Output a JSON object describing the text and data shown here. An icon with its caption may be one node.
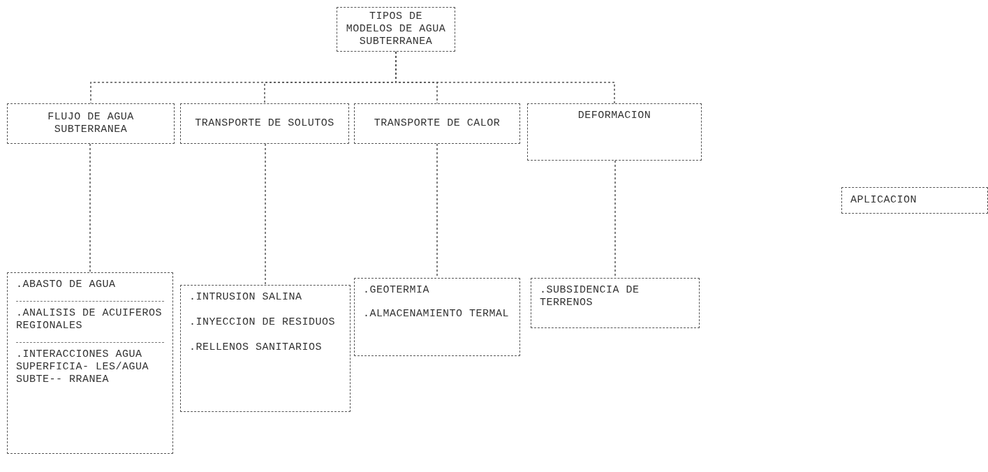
{
  "diagram": {
    "nodes": [
      {
        "text": [
          "TIPOS DE MODELOS DE AGUA SUBTERRANEA"
        ]
      },
      {
        "text": [
          "FLUJO DE AGUA SUBTERRANEA"
        ]
      },
      {
        "text": [
          "TRANSPORTE DE SOLUTOS"
        ]
      },
      {
        "text": [
          "TRANSPORTE DE CALOR"
        ]
      },
      {
        "text": [
          "DEFORMACION"
        ]
      },
      {
        "text": [
          "APLICACION"
        ]
      },
      {
        "text": [
          ".ABASTO DE AGUA",
          ".ANALISIS DE ACUIFEROS REGIONALES",
          ".INTERACCIONES AGUA SUPERFICIA- LES/AGUA SUBTE-- RRANEA"
        ]
      },
      {
        "text": [
          ".INTRUSION SALINA",
          ".INYECCION DE RESIDUOS",
          ".RELLENOS SANITARIOS"
        ]
      },
      {
        "text": [
          ".GEOTERMIA",
          ".ALMACENAMIENTO TERMAL"
        ]
      },
      {
        "text": [
          ".SUBSIDENCIA DE TERRENOS"
        ]
      }
    ],
    "edges": [
      {
        "from": 0,
        "to": 1,
        "arrow": "none"
      },
      {
        "from": 0,
        "to": 2,
        "arrow": "none"
      },
      {
        "from": 0,
        "to": 3,
        "arrow": "none"
      },
      {
        "from": 0,
        "to": 4,
        "arrow": "none"
      },
      {
        "from": 1,
        "to": 6,
        "arrow": "none"
      },
      {
        "from": 2,
        "to": 7,
        "arrow": "none"
      },
      {
        "from": 3,
        "to": 8,
        "arrow": "none"
      },
      {
        "from": 4,
        "to": 9,
        "arrow": "none"
      }
    ]
  }
}
